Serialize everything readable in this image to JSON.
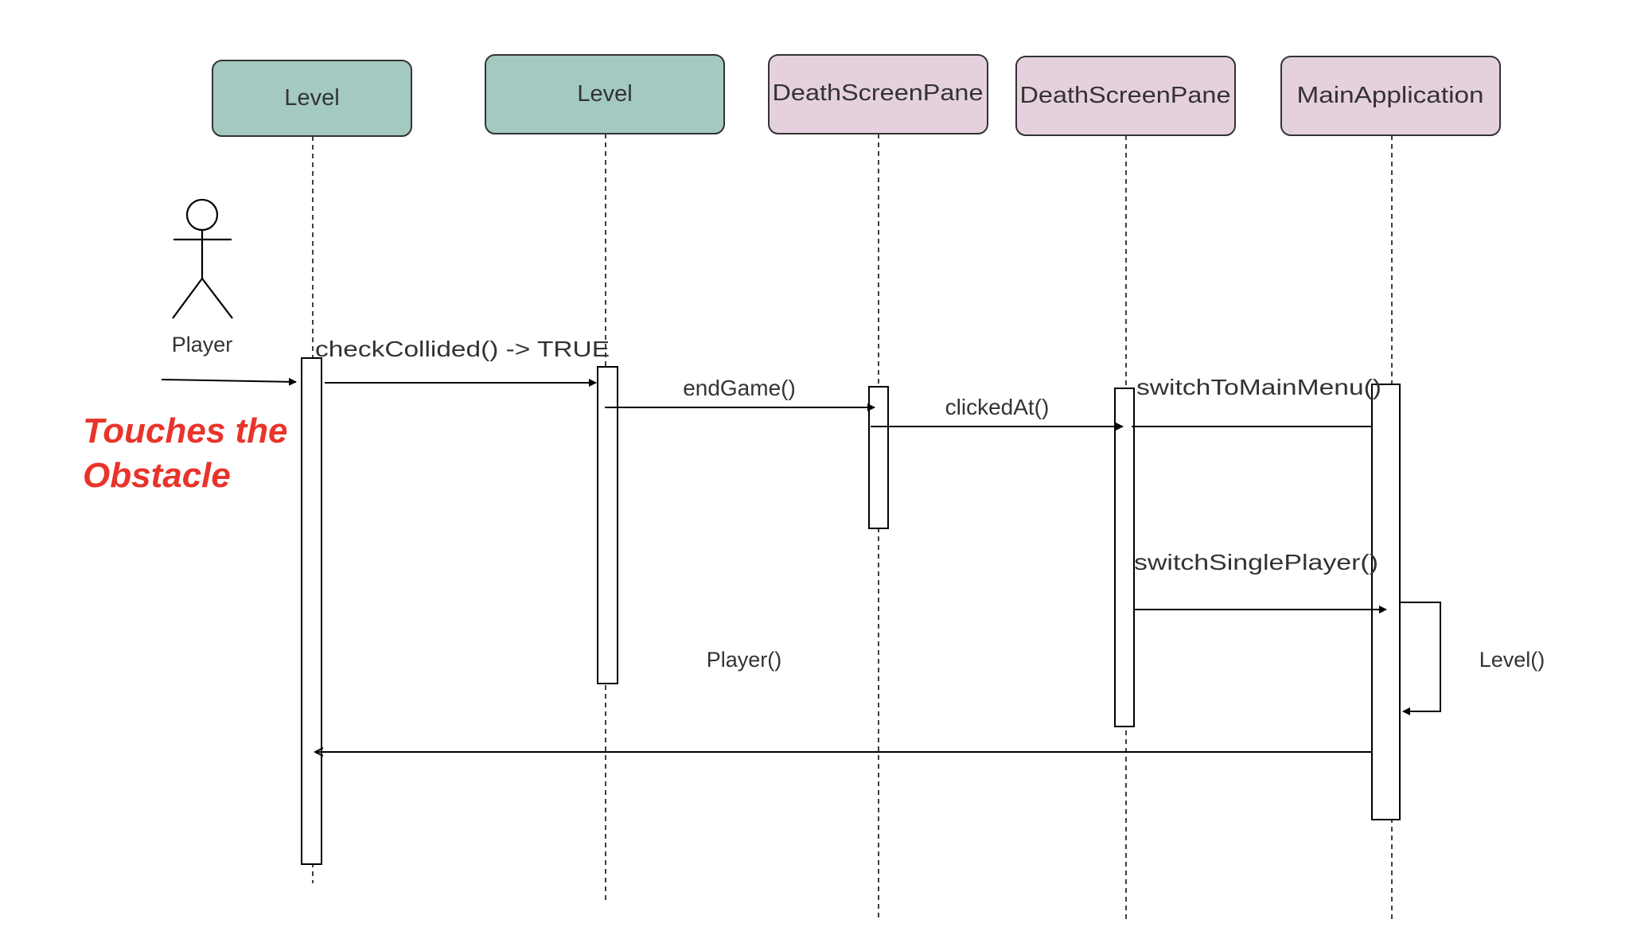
{
  "participants": [
    {
      "label": "Level",
      "color": "#a3c9c1"
    },
    {
      "label": "Level",
      "color": "#a3c9c1"
    },
    {
      "label": "DeathScreenPane",
      "color": "#e5d1dd"
    },
    {
      "label": "DeathScreenPane",
      "color": "#e5d1dd"
    },
    {
      "label": "MainApplication",
      "color": "#e5d1dd"
    }
  ],
  "actor": {
    "label": "Player",
    "icon": "stick-figure-actor-icon"
  },
  "note": {
    "line1": "Touches the",
    "line2": "Obstacle",
    "color": "#e8342a"
  },
  "messages": {
    "check_collided": "checkCollided() -> TRUE",
    "end_game": "endGame()",
    "clicked_at": "clickedAt()",
    "switch_to_main_menu": "switchToMainMenu()",
    "switch_single_player": "switchSinglePlayer()",
    "player": "Player()",
    "level": "Level()"
  },
  "colors": {
    "line": "#000000",
    "text": "#333333",
    "box_border": "#333333"
  }
}
